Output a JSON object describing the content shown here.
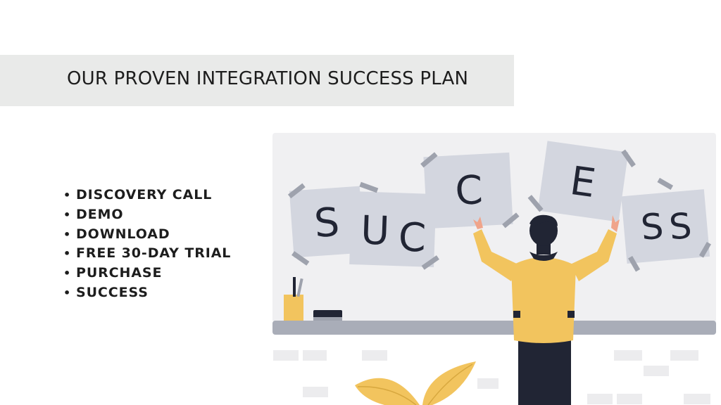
{
  "slide": {
    "title": "OUR PROVEN INTEGRATION SUCCESS PLAN",
    "bullet_glyph": "•",
    "steps": [
      "DISCOVERY CALL",
      "DEMO",
      "DOWNLOAD",
      "FREE 30-DAY TRIAL",
      "PURCHASE",
      "SUCCESS"
    ]
  },
  "illustration": {
    "letters": [
      "S",
      "U",
      "C",
      "C",
      "E",
      "S",
      "S"
    ]
  },
  "colors": {
    "title_band": "#e9eae9",
    "text": "#1d1d1d",
    "board": "#f0f0f2",
    "board_rail": "#a9adb8",
    "card": "#d3d6df",
    "tape": "#9ea2ad",
    "jacket": "#f2c45e",
    "hair_pants": "#212534"
  }
}
